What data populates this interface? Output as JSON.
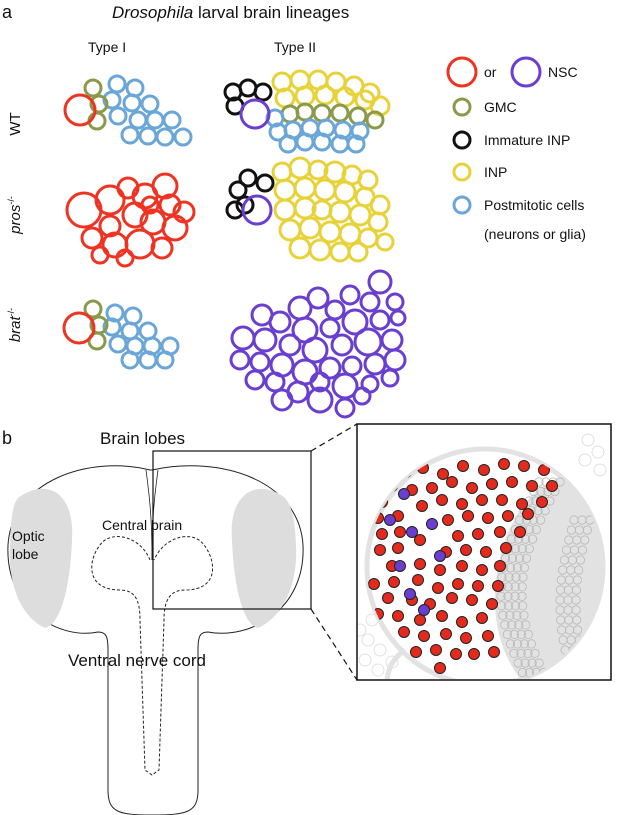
{
  "panel_a": {
    "letter": "a",
    "title": "Drosophila larval brain lineages",
    "title_italic_part": "Drosophila",
    "title_rest": " larval brain lineages",
    "columns": [
      "Type I",
      "Type II"
    ],
    "rows": [
      {
        "base": "WT",
        "sup": ""
      },
      {
        "base": "pros",
        "sup": "-/-"
      },
      {
        "base": "brat",
        "sup": "-/-"
      }
    ],
    "legend": {
      "nsc_or": "or",
      "nsc_label": "NSC",
      "items": [
        {
          "label": "GMC",
          "color": "#8a9a4a"
        },
        {
          "label": "Immature INP",
          "color": "#111111"
        },
        {
          "label": "INP",
          "color": "#e8d23a"
        },
        {
          "label": "Postmitotic cells",
          "color": "#6aa6d8"
        },
        {
          "label": "(neurons or glia)",
          "color": ""
        }
      ]
    },
    "colors": {
      "nsc_type1": "#ee3322",
      "nsc_type2": "#6a3fd0",
      "gmc": "#8a9a4a",
      "immature_inp": "#111111",
      "inp": "#e8d23a",
      "postmitotic": "#6aa6d8"
    }
  },
  "panel_b": {
    "letter": "b",
    "brain_lobes": "Brain lobes",
    "optic_lobe_line1": "Optic",
    "optic_lobe_line2": "lobe",
    "central_brain": "Central brain",
    "ventral_nerve_cord": "Ventral nerve cord",
    "colors": {
      "red_cell": "#e42a1c",
      "purple_cell": "#6a3fd0",
      "optic_fill": "#dddddd"
    }
  }
}
